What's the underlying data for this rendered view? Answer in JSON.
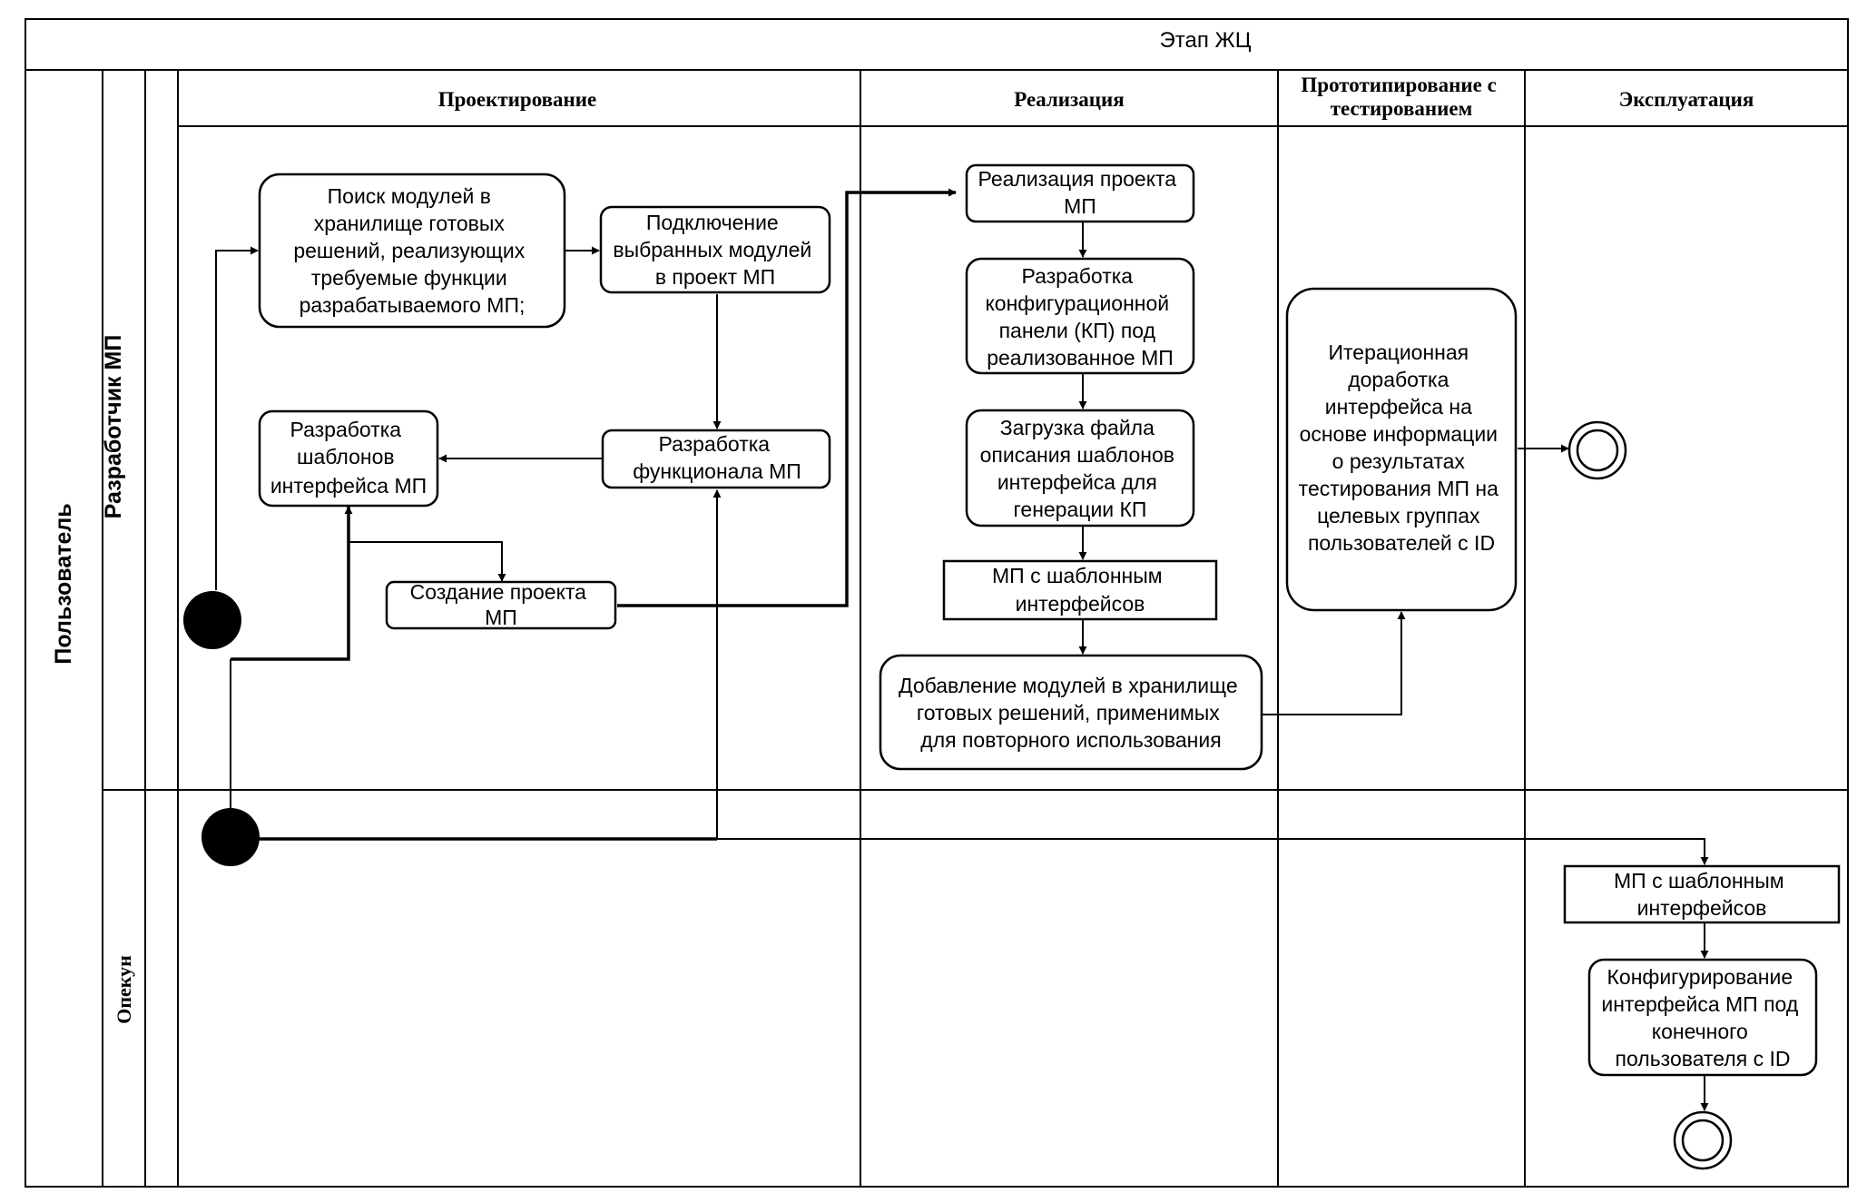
{
  "title": "Этап ЖЦ",
  "pool_label": "Пользователь",
  "lanes": {
    "developer": "Разработчик МП",
    "guardian": "Опекун"
  },
  "columns": {
    "design": "Проектирование",
    "implementation": "Реализация",
    "prototyping_line1": "Прототипирование с",
    "prototyping_line2": "тестированием",
    "operation": "Эксплуатация"
  },
  "nodes": {
    "search": [
      "Поиск модулей в",
      "хранилище готовых",
      "решений, реализующих",
      "требуемые функции",
      "разрабатываемого МП;"
    ],
    "connect": [
      "Подключение",
      "выбранных модулей",
      "в проект МП"
    ],
    "templates": [
      "Разработка",
      "шаблонов",
      "интерфейса МП"
    ],
    "functional": [
      "Разработка",
      "функционала МП"
    ],
    "create_project": [
      "Создание проекта",
      "МП"
    ],
    "impl_project": [
      "Реализация проекта",
      "МП"
    ],
    "config_panel": [
      "Разработка",
      "конфигурационной",
      "панели (КП) под",
      "реализованное МП"
    ],
    "load_file": [
      "Загрузка файла",
      "описания шаблонов",
      "интерфейса для",
      "генерации КП"
    ],
    "mp_templates": [
      "МП с шаблонным",
      "интерфейсов"
    ],
    "add_modules": [
      "Добавление модулей в хранилище",
      "готовых решений, применимых",
      "для повторного использования"
    ],
    "iteration": [
      "Итерационная",
      "доработка",
      "интерфейса на",
      "основе информации",
      "о результатах",
      "тестирования МП на",
      "целевых группах",
      "пользователей с ID"
    ],
    "mp_templates_2": [
      "МП с шаблонным",
      "интерфейсов"
    ],
    "configure": [
      "Конфигурирование",
      "интерфейса МП под",
      "конечного",
      "пользователя с ID"
    ]
  }
}
